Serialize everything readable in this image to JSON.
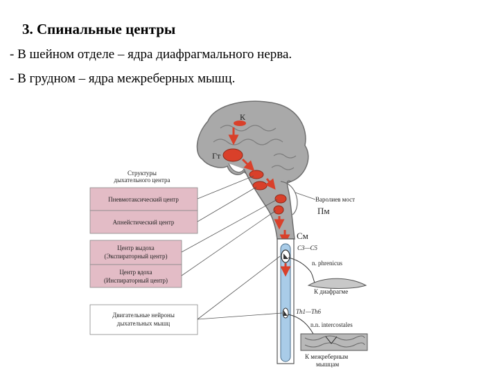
{
  "slide": {
    "title": "3. Спинальные центры",
    "bullets": [
      "- В шейном отделе – ядра диафрагмального нерва.",
      "- В грудном – ядра межреберных мышц."
    ]
  },
  "figure": {
    "structures_heading_line1": "Структуры",
    "structures_heading_line2": "дыхательного центра",
    "boxes": [
      {
        "line1": "Пневмотаксический центр",
        "line2": ""
      },
      {
        "line1": "Апнейстический центр",
        "line2": ""
      },
      {
        "line1": "Центр выдоха",
        "line2": "(Экспираторный центр)"
      },
      {
        "line1": "Центр вдоха",
        "line2": "(Инспираторный центр)"
      },
      {
        "line1": "Двигательные нейроны",
        "line2": "дыхательных мышц"
      }
    ],
    "label_k": "К",
    "label_gt": "Гт",
    "label_varoliev_line1": "Варолиев мост",
    "label_pm": "Пм",
    "label_sm": "См",
    "label_c3c5": "C3—C5",
    "label_n_phrenicus": "n. phrenicus",
    "label_k_diafragme": "К диафрагме",
    "label_th1th6": "Th1—Th6",
    "label_nn_intercostales": "n.n. intercostales",
    "label_k_mezhrebernym_line1": "К межреберным",
    "label_k_mezhrebernym_line2": "мышцам",
    "colors": {
      "brain_gray": "#a9a9a9",
      "nucleus_red": "#d9402a",
      "box_pink": "#e3bcc6",
      "spinal_blue": "#a9cce8"
    }
  }
}
